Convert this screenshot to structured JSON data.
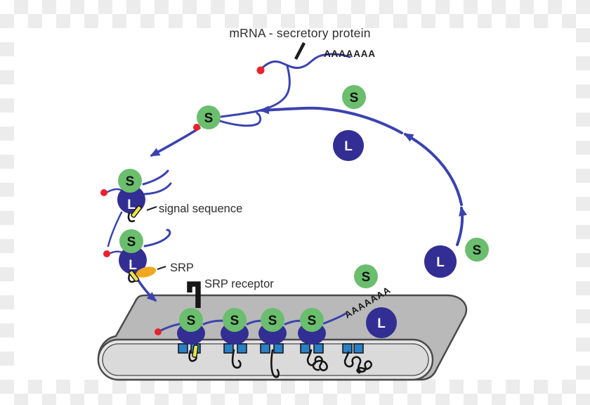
{
  "labels": {
    "title": "mRNA - secretory protein",
    "polyA": "AAAAAAA",
    "signal_sequence": "signal sequence",
    "srp": "SRP",
    "srp_receptor": "SRP receptor",
    "small_subunit": "S",
    "large_subunit": "L"
  },
  "colors": {
    "arrow_blue": "#3A43AF",
    "ribosome_small_green": "#6ABE6D",
    "ribosome_large_navy": "#322E93",
    "mrna_cap_red": "#E8232E",
    "translocon_blue": "#2B7FC4",
    "signal_yellow": "#EDE24A",
    "srp_orange": "#F2A71F",
    "membrane_gray": "#B9B9B9",
    "membrane_outline": "#4A4A4A",
    "lumen_gray": "#DADADA",
    "tube_ring_gray": "#E6E6E6",
    "nascent_chain_black": "#161616",
    "checker_gray": "#ECECEC",
    "text_dark": "#2E2E2E"
  }
}
